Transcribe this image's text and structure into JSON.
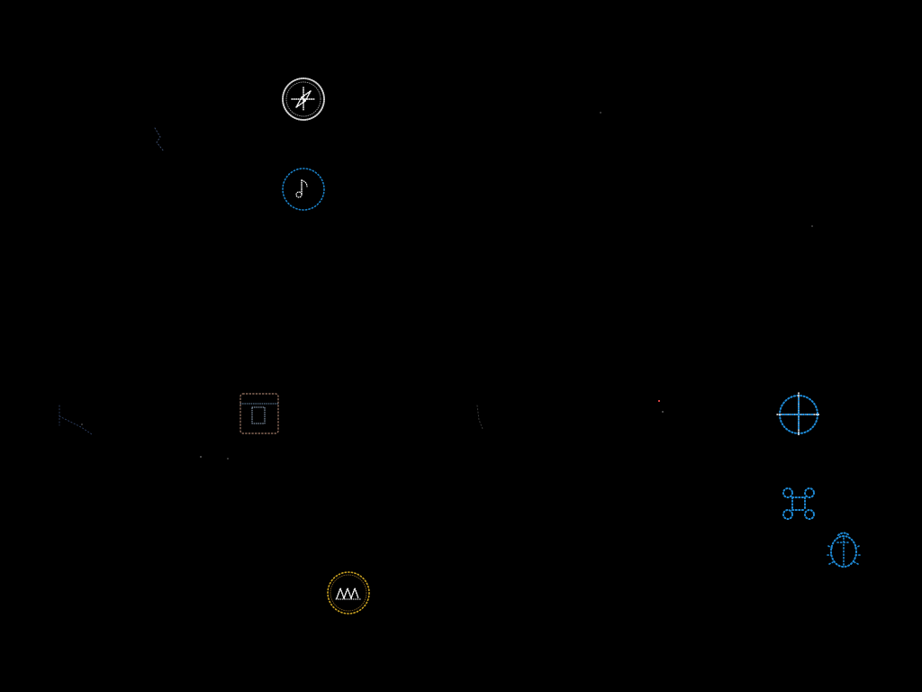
{
  "screen": {
    "background": "#000000"
  },
  "icons": [
    {
      "id": "compass",
      "name": "compass-icon",
      "color": "#d8d8d8"
    },
    {
      "id": "music",
      "name": "music-note-icon",
      "color": "#1a7fc4"
    },
    {
      "id": "sketch",
      "name": "sketch-icon",
      "color": "#8a6a5a"
    },
    {
      "id": "crosshair",
      "name": "crosshair-icon",
      "color": "#1e8ad6"
    },
    {
      "id": "command",
      "name": "command-key-icon",
      "color": "#1e8ad6"
    },
    {
      "id": "bug",
      "name": "bug-icon",
      "color": "#1e8ad6"
    },
    {
      "id": "medal",
      "name": "medal-icon",
      "color": "#c8a020"
    }
  ],
  "colors": {
    "accent_blue": "#1e8ad6",
    "gray": "#d8d8d8",
    "gold": "#c8a020",
    "red_speck": "#d04040"
  }
}
